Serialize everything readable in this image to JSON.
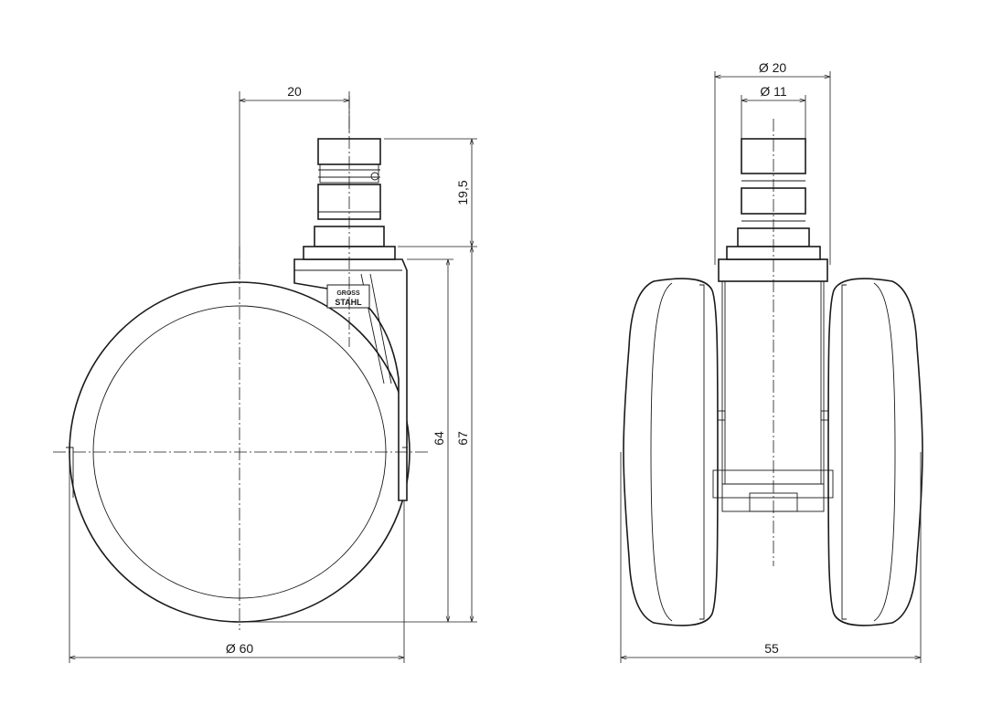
{
  "dimensions": {
    "stem_offset": "20",
    "stem_height": "19,5",
    "wheel_height_64": "64",
    "total_height": "67",
    "wheel_diameter": "Ø 60",
    "stem_outer_diameter": "Ø 20",
    "stem_inner_diameter": "Ø 11",
    "total_width": "55"
  },
  "logo": {
    "line1": "GROSS",
    "line2": "STAHL"
  }
}
